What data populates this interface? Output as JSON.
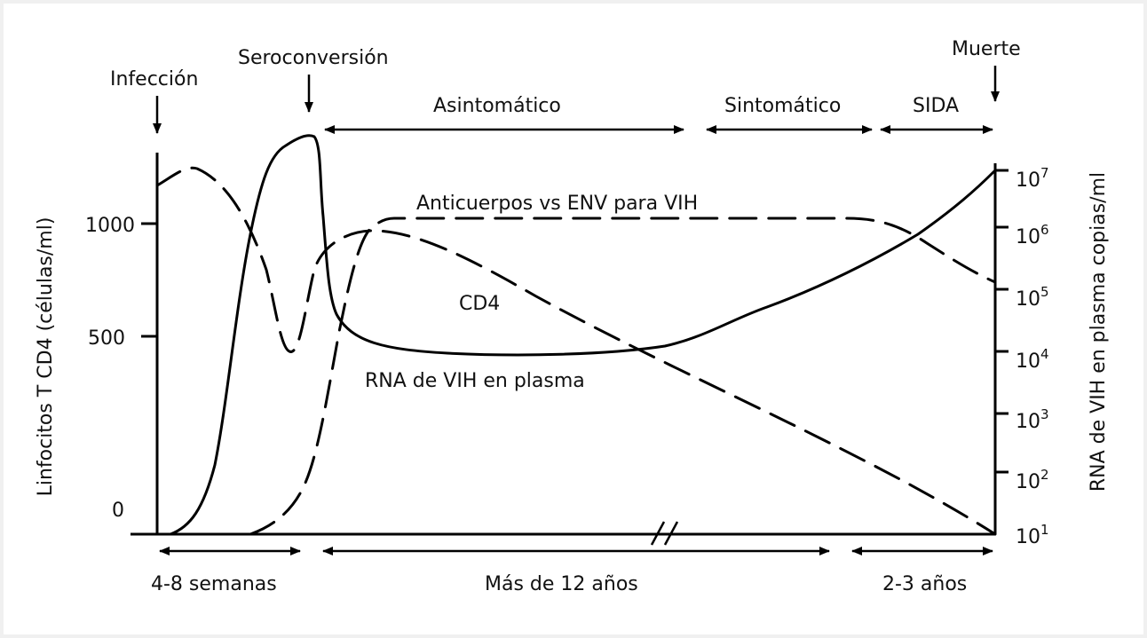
{
  "events": {
    "infection": "Infección",
    "seroconversion": "Seroconversión",
    "death": "Muerte"
  },
  "phases": {
    "asymptomatic": "Asintomático",
    "symptomatic": "Sintomático",
    "aids": "SIDA"
  },
  "durations": {
    "early": "4-8 semanas",
    "long": "Más de 12 años",
    "late": "2-3 años"
  },
  "axes": {
    "left_label": "Linfocitos T CD4 (células/ml)",
    "right_label": "RNA de VIH en plasma copias/ml",
    "left_ticks": [
      "1000",
      "500",
      "0"
    ],
    "right_ticks": [
      {
        "base": "10",
        "exp": "7"
      },
      {
        "base": "10",
        "exp": "6"
      },
      {
        "base": "10",
        "exp": "5"
      },
      {
        "base": "10",
        "exp": "4"
      },
      {
        "base": "10",
        "exp": "3"
      },
      {
        "base": "10",
        "exp": "2"
      },
      {
        "base": "10",
        "exp": "1"
      }
    ]
  },
  "curves": {
    "antibodies": "Anticuerpos vs ENV para VIH",
    "cd4": "CD4",
    "rna": "RNA de VIH en plasma"
  }
}
